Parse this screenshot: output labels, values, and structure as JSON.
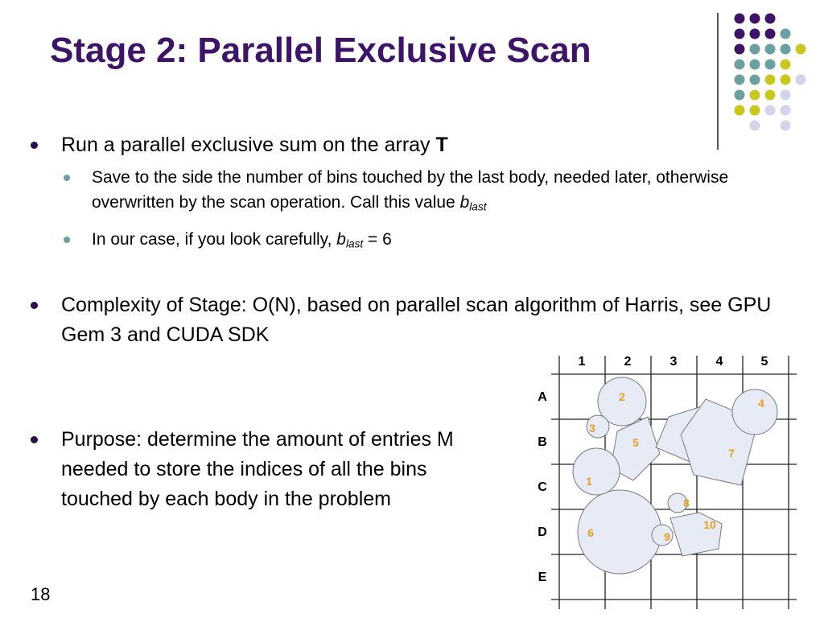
{
  "slide": {
    "title": "Stage 2: Parallel Exclusive Scan",
    "page_number": "18",
    "bullets": {
      "b1_text": "Run a parallel exclusive sum on the array ",
      "b1_bold": "T",
      "s1_text": "Save to the side the number of bins touched by the last body, needed later, otherwise overwritten by the scan operation.  Call this value ",
      "s1_var": "b",
      "s1_sub": "last",
      "s2_text": "In our case, if you look carefully, ",
      "s2_var": "b",
      "s2_sub": "last",
      "s2_tail": " = 6",
      "b2_text": "Complexity of Stage: O(N), based on parallel scan algorithm of Harris, see GPU Gem 3 and CUDA SDK",
      "b3_text": "Purpose: determine the amount of entries M needed to store the indices of all the bins touched by each body in the problem"
    }
  },
  "figure": {
    "col_labels": [
      "1",
      "2",
      "3",
      "4",
      "5"
    ],
    "row_labels": [
      "A",
      "B",
      "C",
      "D",
      "E"
    ],
    "body_labels": [
      "1",
      "2",
      "3",
      "4",
      "5",
      "6",
      "7",
      "8",
      "9",
      "10"
    ]
  },
  "colors": {
    "title": "#3d1467",
    "body_fill": "#e6ebf5",
    "body_label": "#e8a020",
    "dot_purple": "#3d1467",
    "dot_teal": "#6aa0a0",
    "dot_yellow": "#c8c81e",
    "dot_lavender": "#d4d4e8"
  }
}
